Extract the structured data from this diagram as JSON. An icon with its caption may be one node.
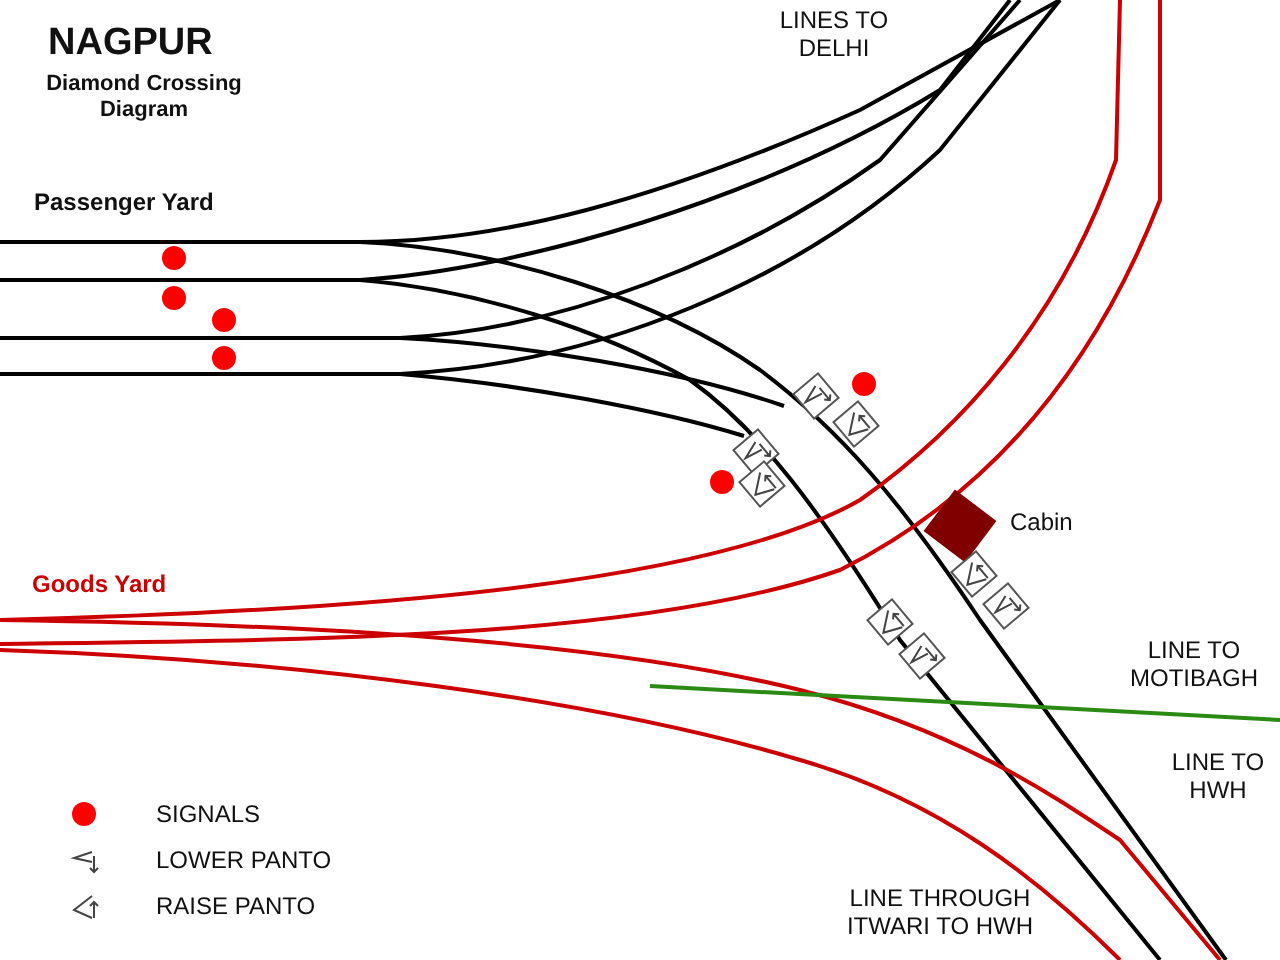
{
  "diagram": {
    "title": "NAGPUR",
    "labels": [
      "Diamond Crossing Diagram",
      "LINES TO DELHI",
      "Passenger Yard",
      "Goods Yard",
      "Cabin",
      "LINE TO MOTIBAGH",
      "LINE TO HWH",
      "LINE THROUGH ITWARI TO HWH"
    ],
    "legend": [
      {
        "text": "SIGNALS",
        "color": "#ff0000"
      },
      {
        "text": "LOWER PANTO"
      },
      {
        "text": "RAISE PANTO"
      }
    ]
  }
}
